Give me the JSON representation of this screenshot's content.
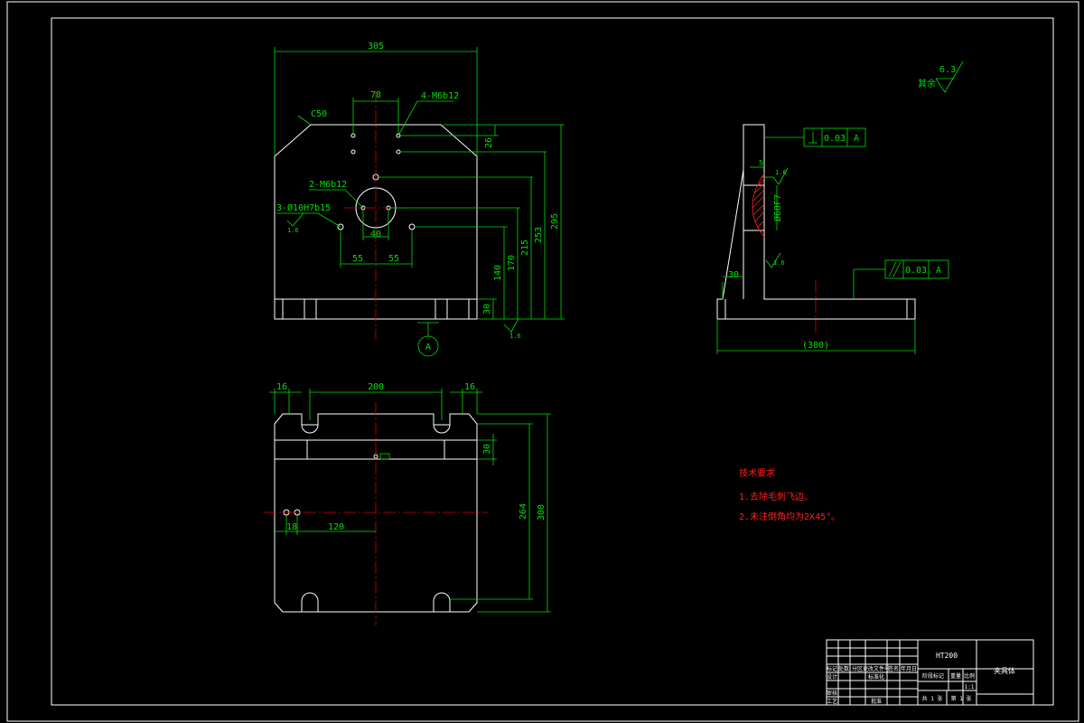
{
  "colors": {
    "background": "#000000",
    "outline": "#ffffff",
    "dimension": "#00e000",
    "centerline": "#e00000",
    "note": "#ff2020"
  },
  "front_view": {
    "width_305": "305",
    "dim_78": "78",
    "tap_4": "4-M6b12",
    "chamfer": "C50",
    "tap_2": "2-M6b12",
    "pin_holes": "3-Ø10H7b15",
    "rough_16_left": "1.6",
    "dim_40": "40",
    "dim_55_left": "55",
    "dim_55_right": "55",
    "dim_26": "26",
    "dim_30": "30",
    "dim_140": "140",
    "dim_170": "170",
    "dim_215": "215",
    "dim_253": "253",
    "dim_295": "295",
    "rough_16_bottom": "1.6",
    "datum": "A"
  },
  "side_view": {
    "tol_perp": "0.03",
    "tol_perp_datum": "A",
    "tol_par": "0.03",
    "tol_par_datum": "A",
    "dim_5": "5",
    "rough_16_top": "1.6",
    "bore": "Ø60F7",
    "rough_16_mid": "1.6",
    "dim_30": "30",
    "dim_300": "(300)"
  },
  "plan_view": {
    "dim_16_left": "16",
    "dim_200": "200",
    "dim_16_right": "16",
    "dim_30": "30",
    "dim_264": "264",
    "dim_300": "300",
    "dim_18": "18",
    "dim_120": "120"
  },
  "general_roughness": {
    "prefix": "其余",
    "value": "6.3"
  },
  "notes": {
    "title": "技术要求",
    "line1": "1.去除毛刺飞边。",
    "line2": "2.未注倒角均为2X45°。"
  },
  "title_block": {
    "material": "HT200",
    "part_name": "夹具体",
    "col_biaoji": "标记",
    "col_chushu": "处数",
    "col_fenqu": "分区",
    "col_gengai": "更改文件号",
    "col_qianming": "签名",
    "col_riqi": "年月日",
    "col_sheji": "设计",
    "col_biaozhunhua": "标准化",
    "col_shenhe": "审核",
    "col_gongyi": "工艺",
    "col_pizhun": "批准",
    "stage_mark": "阶段标记",
    "weight": "重量",
    "scale": "比例",
    "scale_value": "1:1",
    "sheets": "共 1 张",
    "sheet_no": "第 1 张"
  }
}
